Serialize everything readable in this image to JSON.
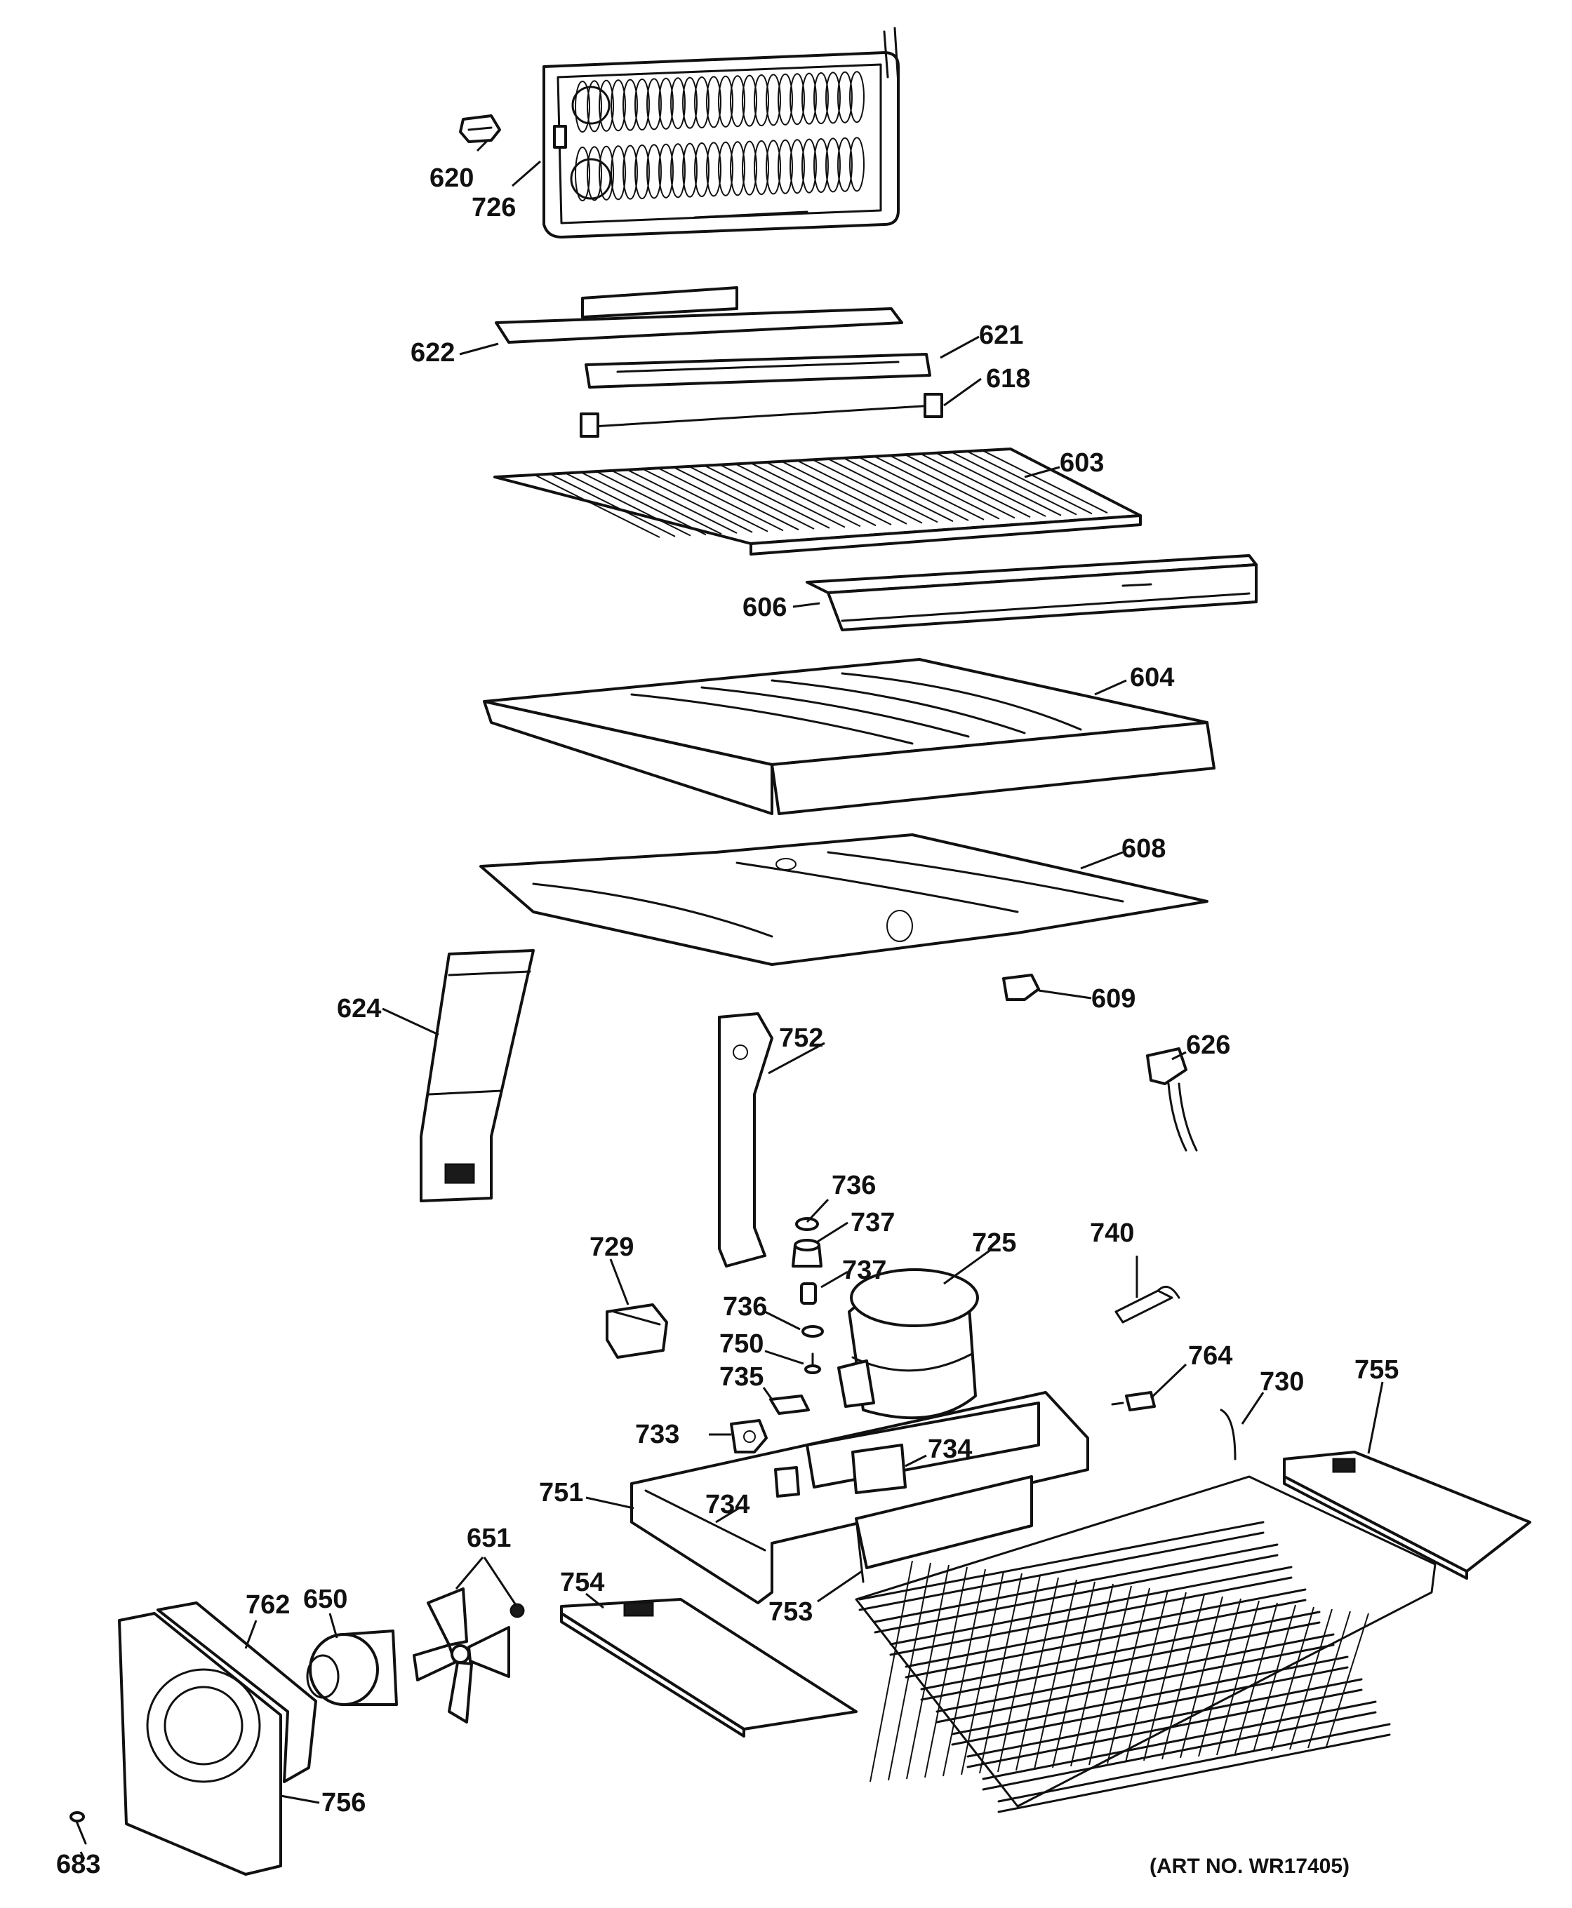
{
  "labels": {
    "p620": "620",
    "p726": "726",
    "p622": "622",
    "p621": "621",
    "p618": "618",
    "p603": "603",
    "p606": "606",
    "p604": "604",
    "p608": "608",
    "p609": "609",
    "p624": "624",
    "p752": "752",
    "p626": "626",
    "p736a": "736",
    "p737a": "737",
    "p729": "729",
    "p737b": "737",
    "p725": "725",
    "p740": "740",
    "p736b": "736",
    "p750": "750",
    "p735": "735",
    "p764": "764",
    "p730": "730",
    "p755": "755",
    "p733": "733",
    "p734a": "734",
    "p751": "751",
    "p734b": "734",
    "p651": "651",
    "p762": "762",
    "p650": "650",
    "p754": "754",
    "p753": "753",
    "p756": "756",
    "p683": "683"
  },
  "art_number": "(ART NO. WR17405)"
}
